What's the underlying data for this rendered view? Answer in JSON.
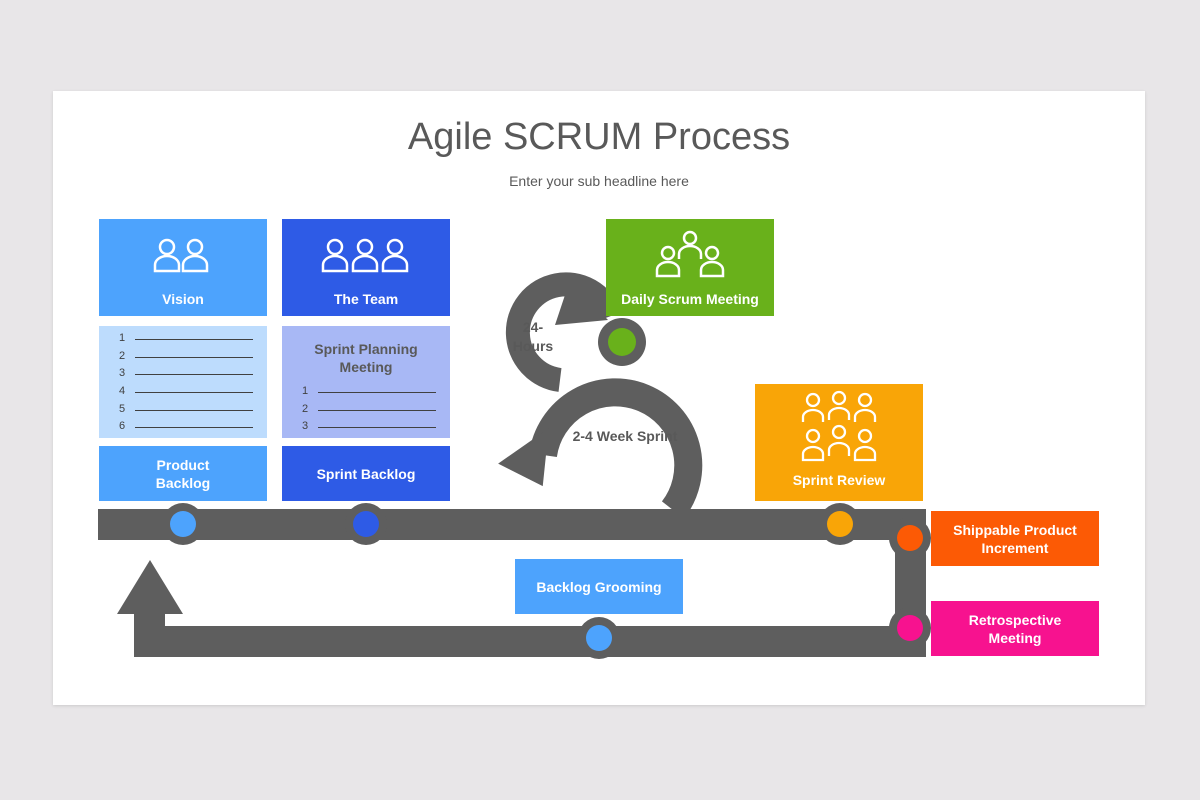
{
  "header": {
    "title": "Agile SCRUM Process",
    "subtitle": "Enter your sub headline here"
  },
  "cards": {
    "vision": {
      "label": "Vision",
      "color": "#4da3fd"
    },
    "team": {
      "label": "The Team",
      "color": "#2e5be6"
    },
    "daily_scrum": {
      "label": "Daily Scrum Meeting",
      "color": "#69b11b"
    },
    "sprint_review": {
      "label": "Sprint Review",
      "color": "#f9a507"
    }
  },
  "product_backlog_list": {
    "items": [
      "1",
      "2",
      "3",
      "4",
      "5",
      "6"
    ],
    "color": "#bddcfd"
  },
  "sprint_planning": {
    "title_line1": "Sprint Planning",
    "title_line2": "Meeting",
    "items": [
      "1",
      "2",
      "3"
    ],
    "color": "#a8b8f5"
  },
  "boxes": {
    "product_backlog": {
      "line1": "Product",
      "line2": "Backlog",
      "color": "#4da3fd"
    },
    "sprint_backlog": {
      "label": "Sprint Backlog",
      "color": "#2e5be6"
    },
    "backlog_grooming": {
      "label": "Backlog Grooming",
      "color": "#4da3fd"
    },
    "shippable": {
      "line1": "Shippable Product",
      "line2": "Increment",
      "color": "#fc5a05"
    },
    "retrospective": {
      "line1": "Retrospective",
      "line2": "Meeting",
      "color": "#f7128f"
    }
  },
  "cycle": {
    "hours_line1": "24-",
    "hours_line2": "Hours",
    "sprint_label": "2-4 Week Sprint"
  },
  "colors": {
    "path": "#5e5e5e",
    "text": "#595959"
  }
}
